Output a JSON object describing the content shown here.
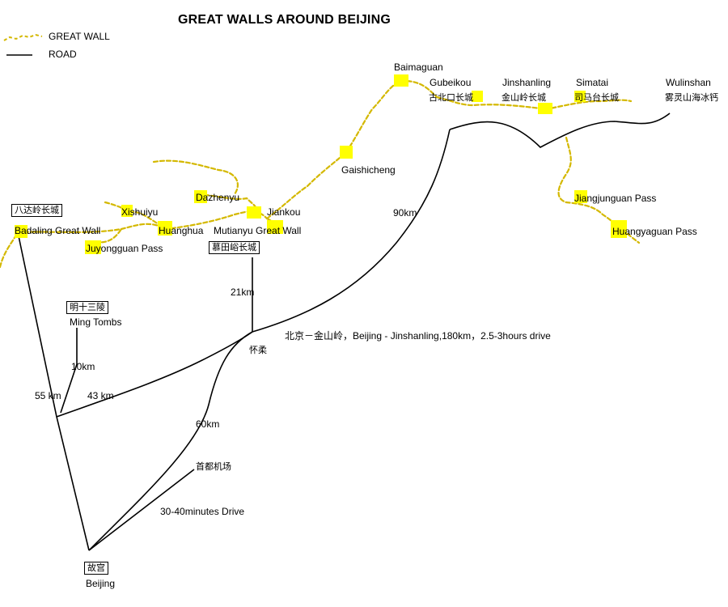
{
  "title": "GREAT WALLS AROUND BEIJING",
  "legend": {
    "great_wall": "GREAT WALL",
    "road": "ROAD"
  },
  "colors": {
    "wall": "#d4b800",
    "marker": "#ffff00",
    "road": "#000000"
  },
  "places": {
    "badaling_cn": "八达岭长城",
    "badaling": "Badaling Great Wall",
    "xishuiyu": "Xishuiyu",
    "dazhenyu": "Dazhenyu",
    "huanghua": "Huanghua",
    "mutianyu": "Mutianyu Great Wall",
    "jiankou": "Jiankou",
    "mutianyu_cn": "慕田峪长城",
    "juyongguan": "Juyongguan Pass",
    "baimaguan": "Baimaguan",
    "gubeikou": "Gubeikou",
    "gubeikou_cn": "古北口长城",
    "jinshanling": "Jinshanling",
    "jinshanling_cn": "金山岭长城",
    "simatai": "Simatai",
    "simatai_cn": "司马台长城",
    "wulinshan": "Wulinshan",
    "wulinshan_cn": "雾灵山海冰钙",
    "gaishicheng": "Gaishicheng",
    "jiangjunguan": "Jiangjunguan Pass",
    "huangyaguan": "Huangyaguan Pass",
    "ming_tombs_cn": "明十三陵",
    "ming_tombs": "Ming Tombs",
    "huairou_cn": "怀柔",
    "airport_cn": "首都机场",
    "gugong_cn": "故宫",
    "beijing": "Beijing"
  },
  "distances": {
    "d90": "90km",
    "d21": "21km",
    "d10": "10km",
    "d55": "55 km",
    "d43": "43 km",
    "d60": "60km"
  },
  "notes": {
    "jinshanling_drive": "北京－金山岭，Beijing - Jinshanling,180km，2.5-3hours drive",
    "airport_drive": "30-40minutes Drive"
  }
}
